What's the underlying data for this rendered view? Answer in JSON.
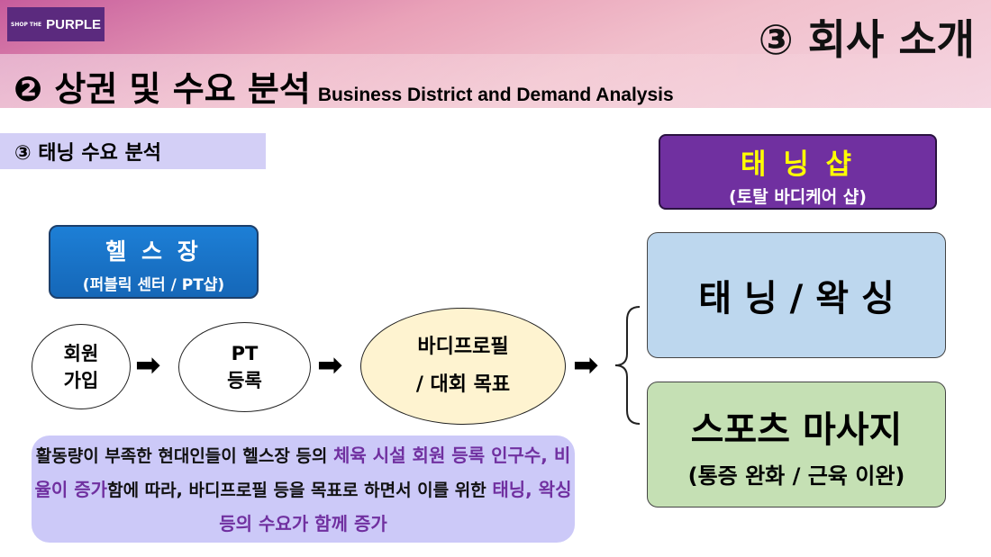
{
  "logo": {
    "small": "SHOP THE",
    "big": "PURPLE"
  },
  "header": {
    "company": "③ 회사 소개",
    "title": "❷ 상권 및 수요 분석",
    "subtitle_en": "Business District and Demand Analysis"
  },
  "section": {
    "label": "③ 태닝 수요 분석"
  },
  "gym": {
    "title": "헬 스 장",
    "sub": "(퍼블릭 센터 / PT샵)"
  },
  "flow": [
    {
      "l1": "회원",
      "l2": "가입"
    },
    {
      "l1": "PT",
      "l2": "등록"
    },
    {
      "l1": "바디프로필",
      "l2": "/ 대회 목표"
    }
  ],
  "arrow": "➡",
  "shop": {
    "title": "태 닝 샵",
    "sub": "(토탈 바디케어 샵)"
  },
  "services": [
    {
      "title": "태 닝 / 왁 싱"
    },
    {
      "title": "스포츠 마사지",
      "sub": "(통증 완화 / 근육 이완)"
    }
  ],
  "note": {
    "p1": "활동량이 부족한 현대인들이 헬스장 등의 ",
    "h1": "체육 시설 회원 등록 인구수, 비율이 증가",
    "p2": "함에 따라, 바디프로필 등을 목표로 하면서 이를 위한 ",
    "h2": "태닝, 왁싱 등의 수요가 함께 증가"
  },
  "colors": {
    "accent": "#7030a0",
    "gym": "#1a73c8",
    "tanning": "#bdd7ee",
    "massage": "#c5e0b4",
    "flow_goal": "#fef3d0"
  }
}
